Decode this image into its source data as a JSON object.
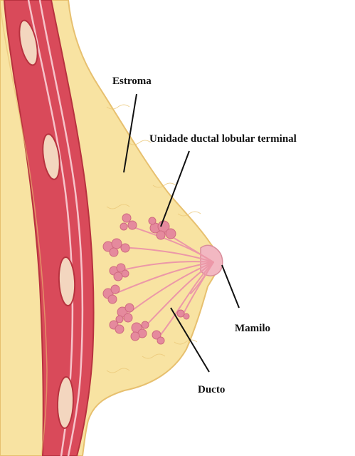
{
  "labels": {
    "estroma": "Estroma",
    "unidade": "Unidade ductal lobular terminal",
    "mamilo": "Mamilo",
    "ducto": "Ducto"
  },
  "colors": {
    "stroma": "#f8e3a2",
    "stroma_edge": "#e7c06f",
    "muscle": "#d94a5a",
    "muscle_dark": "#b8323f",
    "rib": "#f3d6bf",
    "lobule": "#e58a9d",
    "duct": "#ec98a8",
    "nipple": "#f2b8c2"
  }
}
